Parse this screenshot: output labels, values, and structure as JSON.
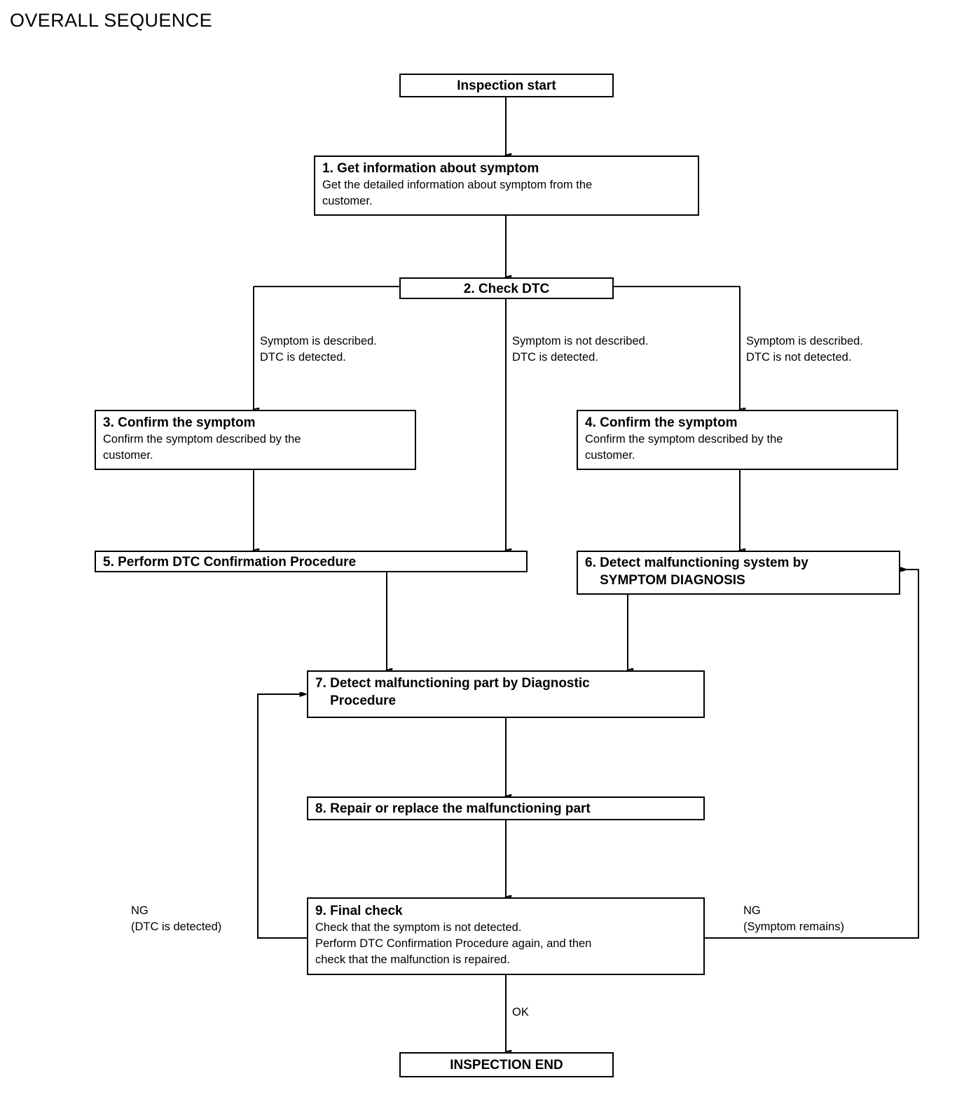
{
  "page": {
    "title": "OVERALL SEQUENCE",
    "type": "flowchart",
    "ink_color": "#000000",
    "background_color": "#ffffff"
  },
  "nodes": {
    "start": {
      "title": "Inspection start"
    },
    "step1": {
      "title": "1. Get information about symptom",
      "body": "Get the detailed information about symptom from the\ncustomer."
    },
    "step2": {
      "title": "2. Check DTC"
    },
    "step3": {
      "title": "3. Confirm the symptom",
      "body": "Confirm the symptom described by the\ncustomer."
    },
    "step4": {
      "title": "4. Confirm the symptom",
      "body": "Confirm the symptom described by the\ncustomer."
    },
    "step5": {
      "title": "5. Perform DTC Confirmation Procedure"
    },
    "step6": {
      "title": "6. Detect malfunctioning system by\n    SYMPTOM DIAGNOSIS"
    },
    "step7": {
      "title": "7. Detect malfunctioning part by Diagnostic\n    Procedure"
    },
    "step8": {
      "title": "8. Repair or replace the malfunctioning part"
    },
    "step9": {
      "title": "9. Final check",
      "body": "Check that the symptom is not detected.\nPerform DTC Confirmation Procedure again, and then\ncheck that the malfunction is repaired."
    },
    "end": {
      "title": "INSPECTION END"
    }
  },
  "edge_labels": {
    "branch_left": "Symptom is described.\nDTC is detected.",
    "branch_middle": "Symptom is not described.\nDTC is detected.",
    "branch_right": "Symptom is described.\nDTC is not detected.",
    "ng_left": "NG\n(DTC is detected)",
    "ng_right": "NG\n(Symptom remains)",
    "ok": "OK"
  }
}
